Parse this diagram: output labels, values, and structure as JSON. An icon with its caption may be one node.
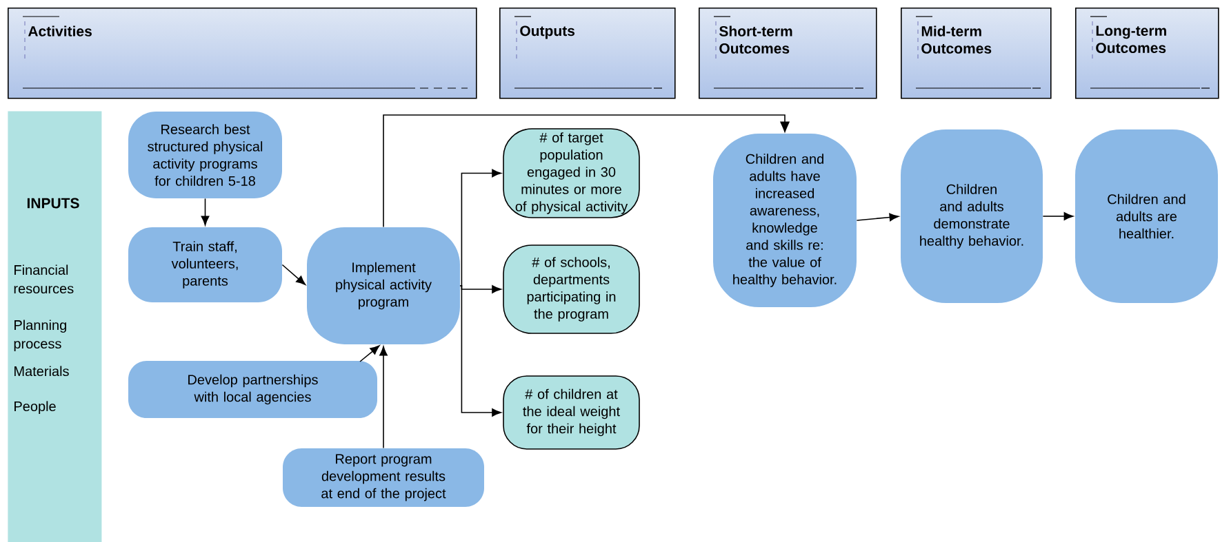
{
  "diagram": {
    "nodes": [
      {
        "text": [
          "Activities"
        ]
      },
      {
        "text": [
          "Outputs"
        ]
      },
      {
        "text": [
          "Short-term Outcomes"
        ]
      },
      {
        "text": [
          "Mid-term Outcomes"
        ]
      },
      {
        "text": [
          "Long-term Outcomes"
        ]
      },
      {
        "text": [
          "INPUTS",
          "Financial resources",
          "Planning process",
          "Materials",
          "People"
        ]
      },
      {
        "text": [
          "Research best structured physical activity programs for children 5-18"
        ]
      },
      {
        "text": [
          "Train staff, volunteers, parents"
        ]
      },
      {
        "text": [
          "Implement physical activity program"
        ]
      },
      {
        "text": [
          "Develop partnerships with local agencies"
        ]
      },
      {
        "text": [
          "Report program development results at end of the project"
        ]
      },
      {
        "text": [
          "# of target population engaged in 30 minutes or more of physical activity"
        ]
      },
      {
        "text": [
          "# of schools, departments participating in the program"
        ]
      },
      {
        "text": [
          "# of children at the ideal weight for their height"
        ]
      },
      {
        "text": [
          "Children and adults have increased awareness, knowledge and skills re: the value of healthy behavior."
        ]
      },
      {
        "text": [
          "Children and adults demonstrate healthy behavior."
        ]
      },
      {
        "text": [
          "Children and adults are healthier."
        ]
      }
    ],
    "edges": [
      {
        "from": 6,
        "to": 7,
        "arrow": "to"
      },
      {
        "from": 7,
        "to": 8,
        "arrow": "to"
      },
      {
        "from": 9,
        "to": 8,
        "arrow": "to"
      },
      {
        "from": 10,
        "to": 8,
        "arrow": "to"
      },
      {
        "from": 8,
        "to": 11,
        "arrow": "to"
      },
      {
        "from": 8,
        "to": 12,
        "arrow": "to"
      },
      {
        "from": 8,
        "to": 13,
        "arrow": "to"
      },
      {
        "from": 8,
        "to": 14,
        "arrow": "to"
      },
      {
        "from": 14,
        "to": 15,
        "arrow": "to"
      },
      {
        "from": 15,
        "to": 16,
        "arrow": "to"
      }
    ]
  }
}
